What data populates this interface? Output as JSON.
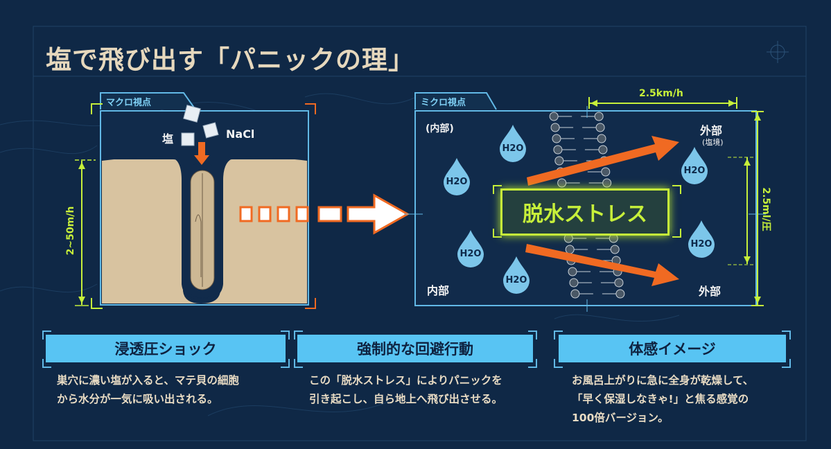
{
  "title": "塩で飛び出す「パニックの理」",
  "macro": {
    "tab": "マクロ視点",
    "salt_label": "塩",
    "nacl_label": "NaCl",
    "depth_label": "2~50m/h"
  },
  "micro": {
    "tab": "ミクロ視点",
    "inside_top": "(内部)",
    "inside_bottom": "内部",
    "outside_top": "外部",
    "outside_top_sub": "(塩境)",
    "outside_bottom": "外部",
    "water": "H2O",
    "stress_label": "脱水ストレス",
    "width_label": "2.5km/h",
    "height_label": "2.5ml/圧"
  },
  "cards": [
    {
      "heading": "浸透圧ショック",
      "lines": [
        "巣穴に濃い塩が入ると、マテ貝の細胞",
        "から水分が一気に吸い出される。"
      ]
    },
    {
      "heading": "強制的な回避行動",
      "lines": [
        "この「脱水ストレス」によりパニックを",
        "引き起こし、自ら地上へ飛び出させる。"
      ]
    },
    {
      "heading": "体感イメージ",
      "lines": [
        "お風呂上がりに急に全身が乾燥して、",
        "「早く保湿しなきゃ!」と焦る感覚の",
        "100倍バージョン。"
      ]
    }
  ],
  "colors": {
    "background": "#0f2846",
    "accent_blue": "#58c4f3",
    "accent_green": "#c7f03a",
    "accent_orange": "#f06a22",
    "sand": "#d8c3a0"
  }
}
